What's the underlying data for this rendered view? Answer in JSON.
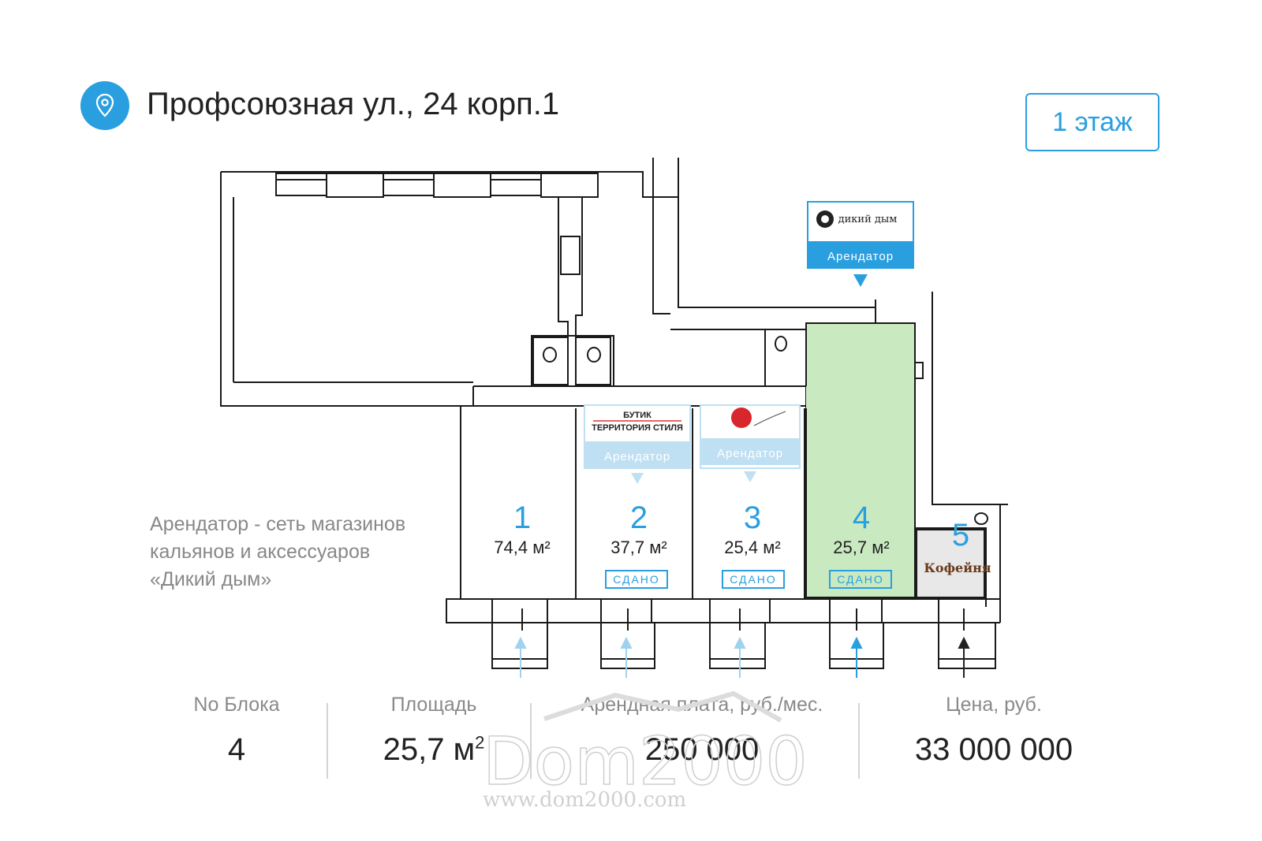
{
  "header": {
    "address": "Профсоюзная ул., 24 корп.1",
    "floor_label": "1 этаж",
    "accent_color": "#2a9fe0"
  },
  "tenant_note": {
    "lines": [
      "Арендатор - сеть магазинов",
      "кальянов и аксессуаров",
      "«Дикий дым»"
    ]
  },
  "plan": {
    "units": [
      {
        "number": "1",
        "area": "74,4 м²",
        "status": ""
      },
      {
        "number": "2",
        "area": "37,7 м²",
        "status": "СДАНО",
        "tenant_badge": "Арендатор",
        "tenant_logo_lines": [
          "БУТИК",
          "ТЕРРИТОРИЯ СТИЛЯ"
        ]
      },
      {
        "number": "3",
        "area": "25,4 м²",
        "status": "СДАНО",
        "tenant_badge": "Арендатор"
      },
      {
        "number": "4",
        "area": "25,7 м²",
        "status": "СДАНО",
        "highlight": true
      },
      {
        "number": "5",
        "label": "Кофейня"
      }
    ],
    "featured_tenant": {
      "logo_text": "дикий дым",
      "badge": "Арендатор"
    },
    "highlight_color": "#c9eac0",
    "faded_badge_color": "#bfe0f3"
  },
  "stats": {
    "block_label": "No Блока",
    "block_value": "4",
    "area_label": "Площадь",
    "area_value": "25,7 м",
    "area_sup": "2",
    "rent_label": "Арендная плата, руб./мес.",
    "rent_value": "250 000",
    "price_label": "Цена, руб.",
    "price_value": "33 000 000"
  },
  "watermark": {
    "brand": "Dom2000",
    "url": "www.dom2000.com"
  }
}
